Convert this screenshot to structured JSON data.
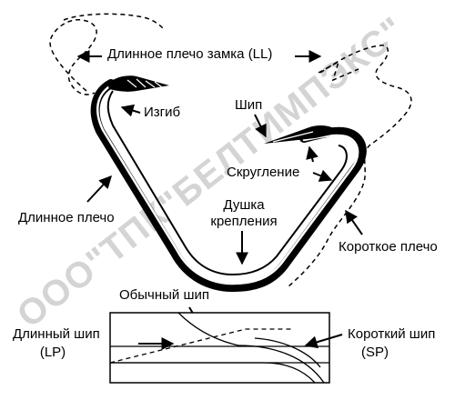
{
  "watermark": "ООО\"ТПК\"БЕЛТИМПЭКС\"",
  "labels": {
    "long_leg_lock": "Длинное плечо замка (LL)",
    "bend": "Изгиб",
    "spike": "Шип",
    "rounding": "Скругление",
    "long_leg": "Длинное плечо",
    "eyelet_line1": "Душка",
    "eyelet_line2": "крепления",
    "short_leg": "Короткое плечо",
    "regular_spike": "Обычный шип",
    "long_spike_line1": "Длинный шип",
    "long_spike_line2": "(LP)",
    "short_spike_line1": "Короткий шип",
    "short_spike_line2": "(SP)"
  },
  "colors": {
    "ink": "#000000",
    "watermark": "#d4d4d4",
    "background": "#ffffff"
  }
}
